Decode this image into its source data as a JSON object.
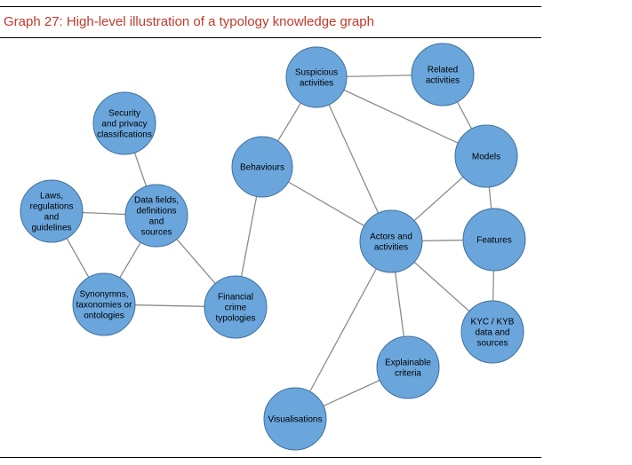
{
  "title": "Graph 27: High-level illustration of a typology knowledge graph",
  "colors": {
    "title": "#c0392b",
    "node_fill": "#6aa6dc",
    "node_stroke": "#3f6f9c",
    "edge": "#8c8c8c",
    "rule": "#000000"
  },
  "nodes": [
    {
      "id": "suspicious",
      "lines": [
        "Suspicious",
        "activities"
      ]
    },
    {
      "id": "related",
      "lines": [
        "Related",
        "activities"
      ]
    },
    {
      "id": "security",
      "lines": [
        "Security",
        "and privacy",
        "classifications"
      ]
    },
    {
      "id": "behaviours",
      "lines": [
        "Behaviours"
      ]
    },
    {
      "id": "models",
      "lines": [
        "Models"
      ]
    },
    {
      "id": "laws",
      "lines": [
        "Laws,",
        "regulations",
        "and",
        "guidelines"
      ]
    },
    {
      "id": "datafields",
      "lines": [
        "Data fields,",
        "definitions",
        "and",
        "sources"
      ]
    },
    {
      "id": "actors",
      "lines": [
        "Actors and",
        "activities"
      ]
    },
    {
      "id": "features",
      "lines": [
        "Features"
      ]
    },
    {
      "id": "synonyms",
      "lines": [
        "Synonymns,",
        "taxonomies or",
        "ontologies"
      ]
    },
    {
      "id": "financial",
      "lines": [
        "Financial",
        "crime",
        "typologies"
      ]
    },
    {
      "id": "kyc",
      "lines": [
        "KYC / KYB",
        "data and",
        "sources"
      ]
    },
    {
      "id": "explainable",
      "lines": [
        "Explainable",
        "criteria"
      ]
    },
    {
      "id": "visualisations",
      "lines": [
        "Visualisations"
      ]
    }
  ],
  "edges": [
    [
      "suspicious",
      "related"
    ],
    [
      "suspicious",
      "behaviours"
    ],
    [
      "suspicious",
      "models"
    ],
    [
      "suspicious",
      "actors"
    ],
    [
      "related",
      "models"
    ],
    [
      "models",
      "actors"
    ],
    [
      "models",
      "features"
    ],
    [
      "behaviours",
      "actors"
    ],
    [
      "behaviours",
      "financial"
    ],
    [
      "security",
      "datafields"
    ],
    [
      "laws",
      "datafields"
    ],
    [
      "laws",
      "synonyms"
    ],
    [
      "datafields",
      "synonyms"
    ],
    [
      "datafields",
      "financial"
    ],
    [
      "synonyms",
      "financial"
    ],
    [
      "actors",
      "features"
    ],
    [
      "actors",
      "kyc"
    ],
    [
      "actors",
      "explainable"
    ],
    [
      "actors",
      "visualisations"
    ],
    [
      "features",
      "kyc"
    ],
    [
      "explainable",
      "visualisations"
    ]
  ]
}
